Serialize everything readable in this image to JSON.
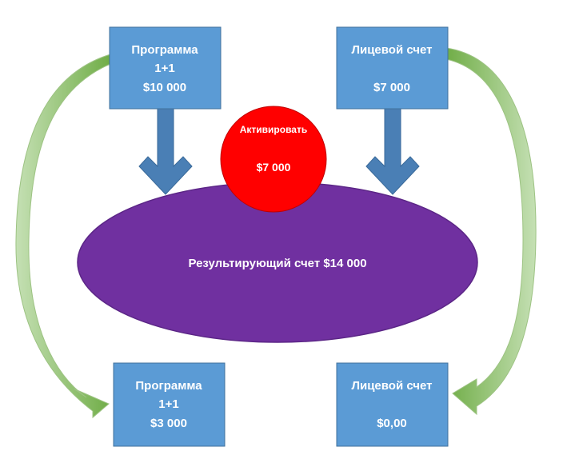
{
  "colors": {
    "box_fill": "#5b9bd5",
    "box_stroke": "#41719c",
    "down_arrow": "#4a7fb5",
    "activate_circle": "#ff0000",
    "result_ellipse": "#7030a0",
    "curve_arrow_light": "#c5e0b4",
    "curve_arrow_dark": "#70ad47",
    "text": "#ffffff"
  },
  "boxes": {
    "program_top": {
      "line1": "Программа",
      "line2": "1+1",
      "line3": "$10 000"
    },
    "account_top": {
      "line1": "Лицевой счет",
      "line2": "$7 000"
    },
    "program_bottom": {
      "line1": "Программа",
      "line2": "1+1",
      "line3": "$3 000"
    },
    "account_bottom": {
      "line1": "Лицевой счет",
      "line2": "$0,00"
    }
  },
  "activate": {
    "label": "Активировать",
    "amount": "$7 000"
  },
  "result": {
    "label": "Результирующий счет $14 000"
  },
  "icons": [
    "down-arrow-icon",
    "curved-arrow-icon"
  ]
}
